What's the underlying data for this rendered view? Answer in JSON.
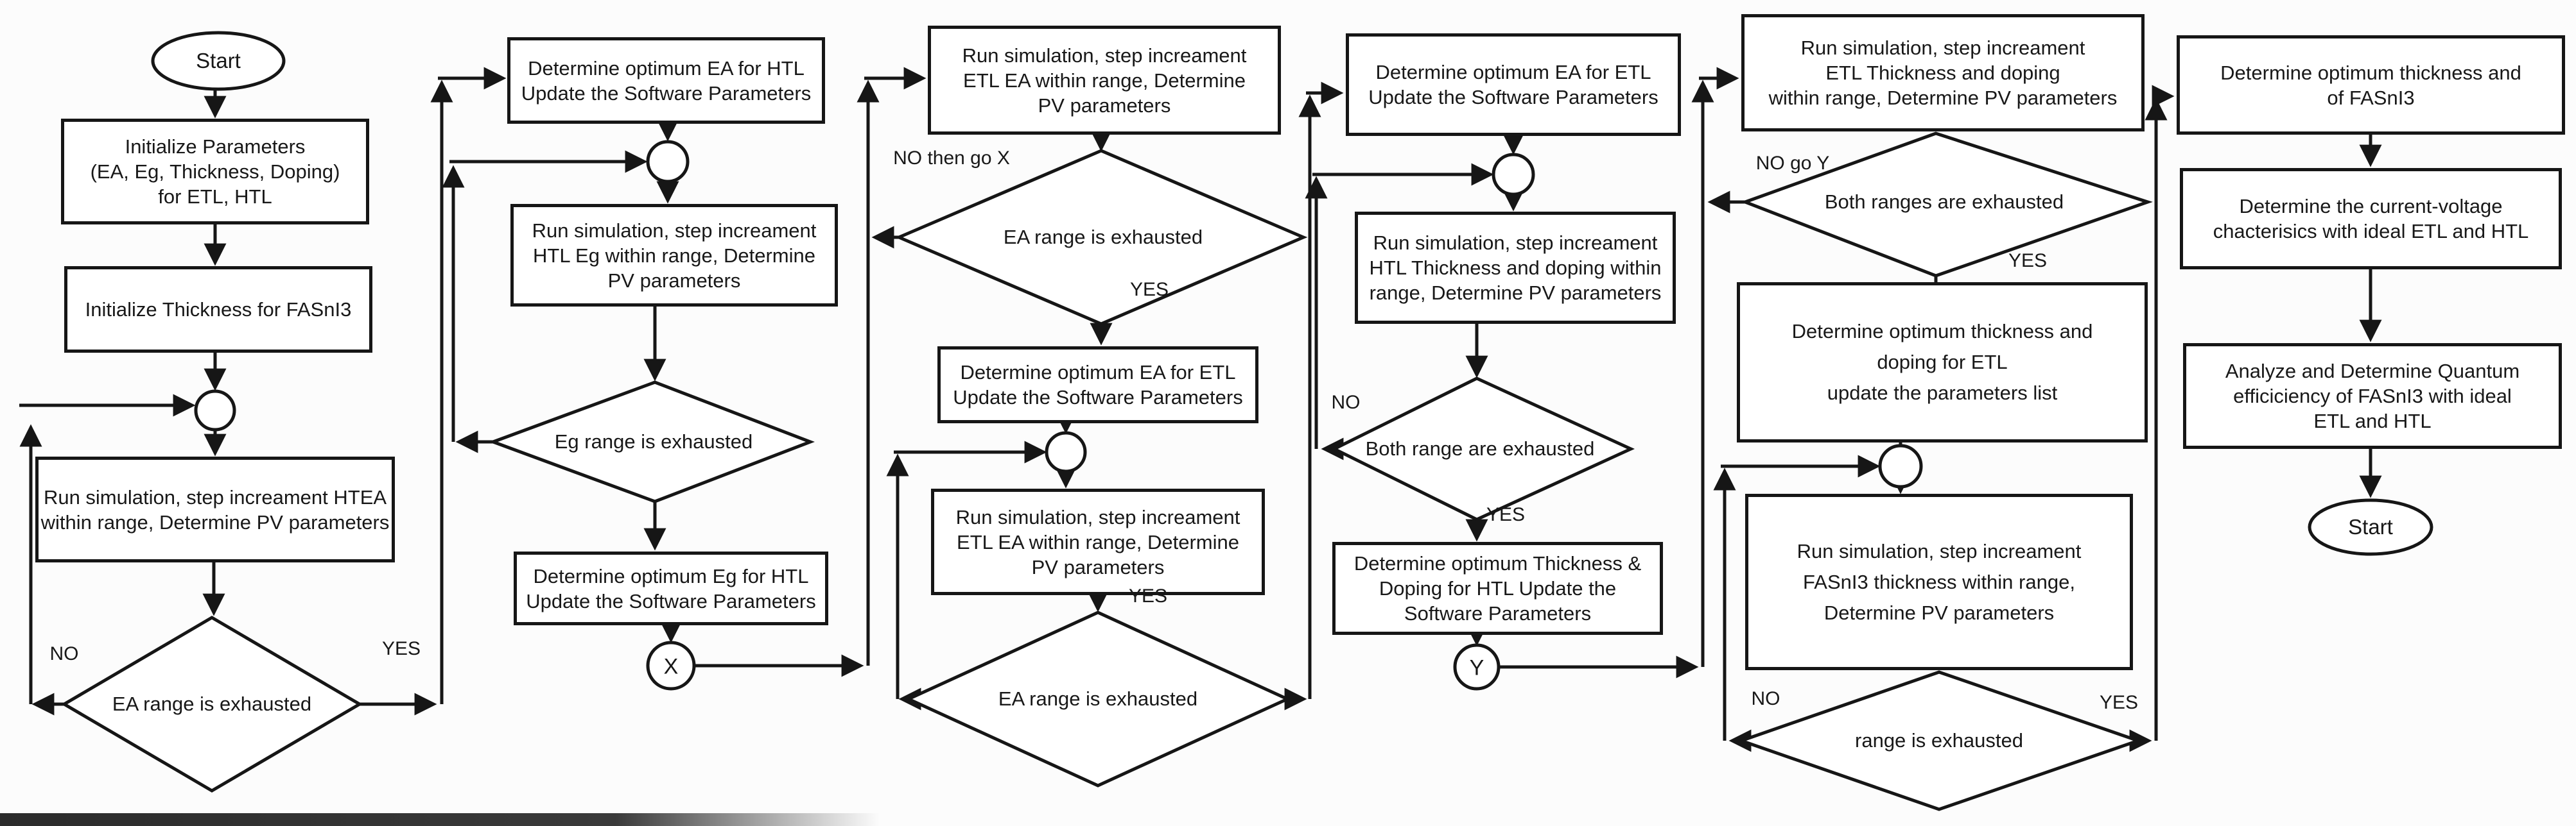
{
  "figure": {
    "description": "Flowchart of FASnI3 perovskite solar cell simulation optimization for ETL and HTL parameters",
    "background": "#fcfcfc",
    "ink": "#161616"
  },
  "terminators": {
    "start_top": "Start",
    "start_bottom": "Start"
  },
  "connectors": {
    "c_x": "X",
    "c_y": "Y"
  },
  "process": {
    "init_params": {
      "l1": "Initialize Parameters",
      "l2": "(EA, Eg, Thickness, Doping)",
      "l3": "for ETL, HTL"
    },
    "init_thickness": {
      "l1": "Initialize  Thickness for FASnI3"
    },
    "run_htea": {
      "l1": "Run simulation, step increament HTEA",
      "l2": "within range, Determine PV parameters"
    },
    "opt_ea_htl": {
      "l1": "Determine optimum EA for HTL",
      "l2": "Update the Software Parameters"
    },
    "run_htl_eg": {
      "l1": "Run simulation, step increament",
      "l2": "HTL Eg within range, Determine",
      "l3": "PV parameters"
    },
    "opt_eg_htl": {
      "l1": "Determine optimum Eg for HTL",
      "l2": "Update the Software Parameters"
    },
    "run_etl_ea_1": {
      "l1": "Run simulation, step increament",
      "l2": "ETL EA within range, Determine",
      "l3": "PV parameters"
    },
    "opt_ea_etl_1": {
      "l1": "Determine optimum EA for ETL",
      "l2": "Update the Software Parameters"
    },
    "run_etl_ea_2": {
      "l1": "Run simulation, step increament",
      "l2": "ETL EA within range, Determine",
      "l3": "PV parameters"
    },
    "opt_ea_etl_2": {
      "l1": "Determine optimum EA for ETL",
      "l2": "Update the Software Parameters"
    },
    "run_htl_thick": {
      "l1": "Run simulation, step increament",
      "l2": "HTL Thickness  and doping within",
      "l3": "range, Determine PV parameters"
    },
    "opt_thick_htl": {
      "l1": "Determine optimum Thickness &",
      "l2": "Doping for HTL Update the",
      "l3": "Software Parameters"
    },
    "run_etl_thick": {
      "l1": "Run simulation, step increament",
      "l2": "ETL Thickness and doping",
      "l3": "within range, Determine  PV parameters"
    },
    "opt_thick_etl": {
      "l1": "Determine optimum thickness and",
      "l2": "doping for ETL",
      "l3": "update the  parameters list"
    },
    "run_fasni3": {
      "l1": "Run simulation, step increament",
      "l2": "FASnI3 thickness within range,",
      "l3": "Determine PV parameters"
    },
    "opt_fasni3": {
      "l1": "Determine optimum thickness and",
      "l2": "of FASnI3"
    },
    "iv_char": {
      "l1": "Determine the current-voltage",
      "l2": "chacterisics with ideal ETL and HTL"
    },
    "quantum_eff": {
      "l1": "Analyze and Determine Quantum",
      "l2": "efficiciency of FASnI3 with ideal",
      "l3": "ETL and HTL"
    }
  },
  "decisions": {
    "ea_htl": "EA range is exhausted",
    "eg_htl": "Eg range is exhausted",
    "ea_etl_1": "EA range is exhausted",
    "ea_etl_2": "EA range is exhausted",
    "both_htl": "Both range are exhausted",
    "both_etl": "Both ranges are exhausted",
    "fasni3": "range is exhausted"
  },
  "edge_labels": {
    "no1": "NO",
    "yes1": "YES",
    "no3": "NO then go X",
    "yes3": "YES",
    "yes4": "YES",
    "no5": "NO",
    "yes5": "YES",
    "no6": "NO go Y",
    "yes6": "YES",
    "no7": "NO",
    "yes7": "YES"
  }
}
